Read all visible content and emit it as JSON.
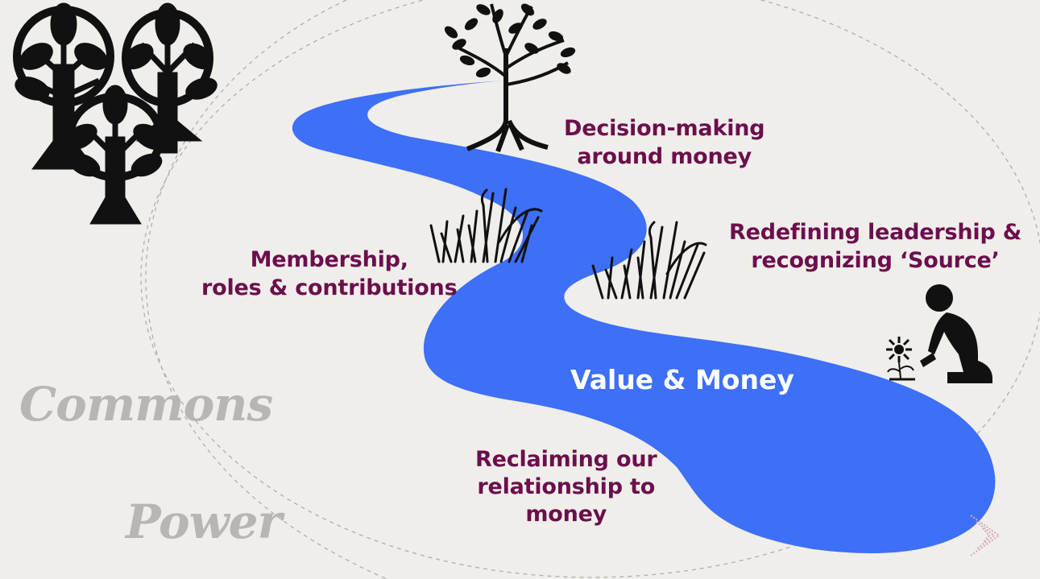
{
  "diagram": {
    "center": "Value & Money",
    "labels": {
      "decision": [
        "Decision-making",
        "around money"
      ],
      "leadership": [
        "Redefining leadership &",
        "recognizing ‘Source’"
      ],
      "membership": [
        "Membership,",
        "roles & contributions"
      ],
      "reclaiming": [
        "Reclaiming our",
        "relationship to",
        "money"
      ]
    },
    "background_words": [
      "Commons",
      "Power"
    ],
    "colors": {
      "river": "#3d6ff7",
      "label": "#6b0f4c",
      "background": "#f0eeea",
      "faded_word": "#b8b6b3"
    },
    "icons": [
      "tree-cluster-icon",
      "tree-icon",
      "grass-icon",
      "grass-icon",
      "gardener-icon",
      "flower-icon",
      "next-arrow-icon"
    ]
  }
}
